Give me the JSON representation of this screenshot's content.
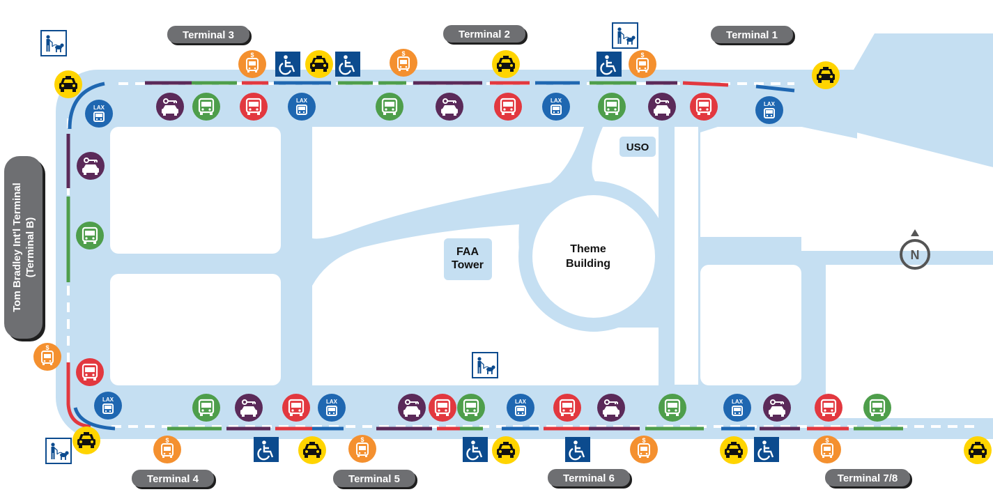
{
  "map": {
    "north": "N",
    "colors": {
      "road": "#c5dff2",
      "block": "#ffffff",
      "label_bg": "#6e6f72",
      "label_shadow": "#1f1f1f",
      "taxi": "#ffd400",
      "shuttle_orange": "#f4902f",
      "rental_purple": "#5b2a59",
      "flyaway_green": "#4e9e4b",
      "airline_red": "#e2383f",
      "lax_blue": "#1f67b1",
      "ada_blue": "#0c4b8e"
    },
    "terminals": {
      "t1": "Terminal 1",
      "t2": "Terminal 2",
      "t3": "Terminal 3",
      "t4": "Terminal 4",
      "t5": "Terminal 5",
      "t6": "Terminal 6",
      "t78": "Terminal 7/8",
      "tbit_line1": "Tom Bradley Int'l Terminal",
      "tbit_line2": "(Terminal B)"
    },
    "landmarks": {
      "uso": "USO",
      "faa_line1": "FAA",
      "faa_line2": "Tower",
      "theme_line1": "Theme",
      "theme_line2": "Building"
    },
    "icon_text": {
      "lax": "LAX",
      "dollar": "$"
    },
    "legend_icons": {
      "taxi": "taxi-icon",
      "shared_ride": "shared-ride-van-icon",
      "rental_car": "rental-car-shuttle-icon",
      "flyaway": "flyaway-bus-icon",
      "hotel": "hotel-shuttle-icon",
      "lax_shuttle": "lax-shuttle-icon",
      "accessible": "wheelchair-accessible-icon",
      "pet_relief": "pet-relief-area-icon"
    }
  }
}
